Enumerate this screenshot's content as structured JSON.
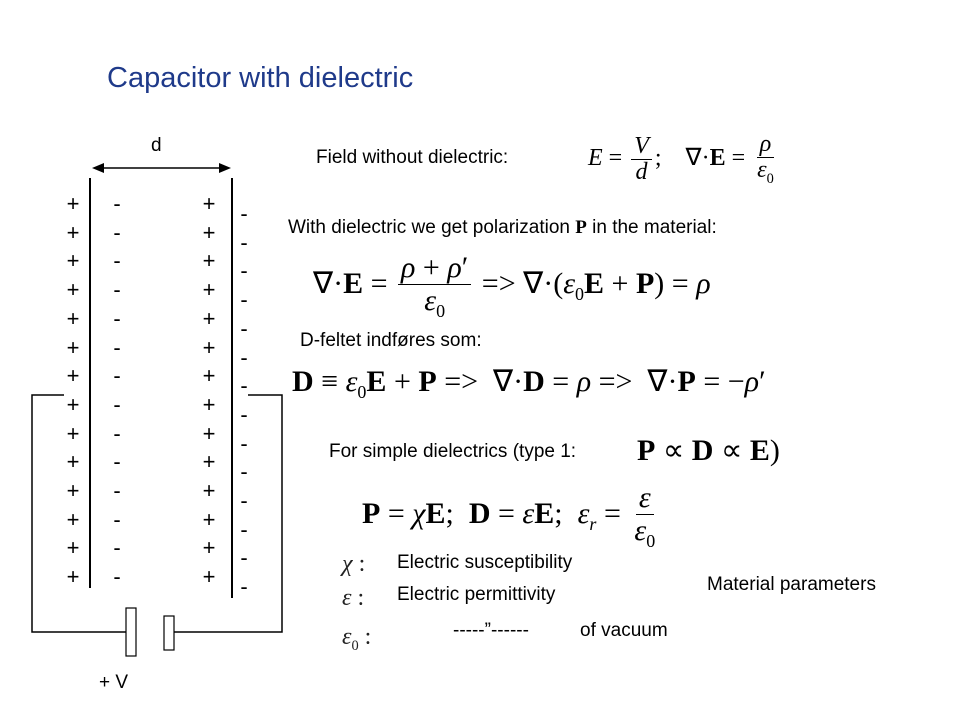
{
  "title": "Capacitor with dielectric",
  "diagram": {
    "gap_label": "d",
    "voltage_label": "+ V",
    "left_plate_charges": [
      "+",
      "+",
      "+",
      "+",
      "+",
      "+",
      "+",
      "+",
      "+",
      "+",
      "+",
      "+",
      "+",
      "+"
    ],
    "left_dielectric_charges": [
      "-",
      "-",
      "-",
      "-",
      "-",
      "-",
      "-",
      "-",
      "-",
      "-",
      "-",
      "-",
      "-",
      "-"
    ],
    "right_dielectric_charges": [
      "+",
      "+",
      "+",
      "+",
      "+",
      "+",
      "+",
      "+",
      "+",
      "+",
      "+",
      "+",
      "+",
      "+"
    ],
    "right_plate_charges": [
      "-",
      "-",
      "-",
      "-",
      "-",
      "-",
      "-",
      "-",
      "-",
      "-",
      "-",
      "-",
      "-",
      "-"
    ]
  },
  "text": {
    "field_without": "Field without dielectric:",
    "polarization_pre": "With dielectric we get polarization",
    "polarization_symbol": "P",
    "polarization_post": "in the material:",
    "dfield_intro": "D-feltet indføres som:",
    "simple_dielectrics": "For simple dielectrics (type 1:",
    "legend_chi": "Electric susceptibility",
    "legend_eps": "Electric permittivity",
    "legend_eps0_ditto": "-----”------",
    "legend_eps0_text": "of vacuum",
    "material_parameters": "Material parameters"
  }
}
